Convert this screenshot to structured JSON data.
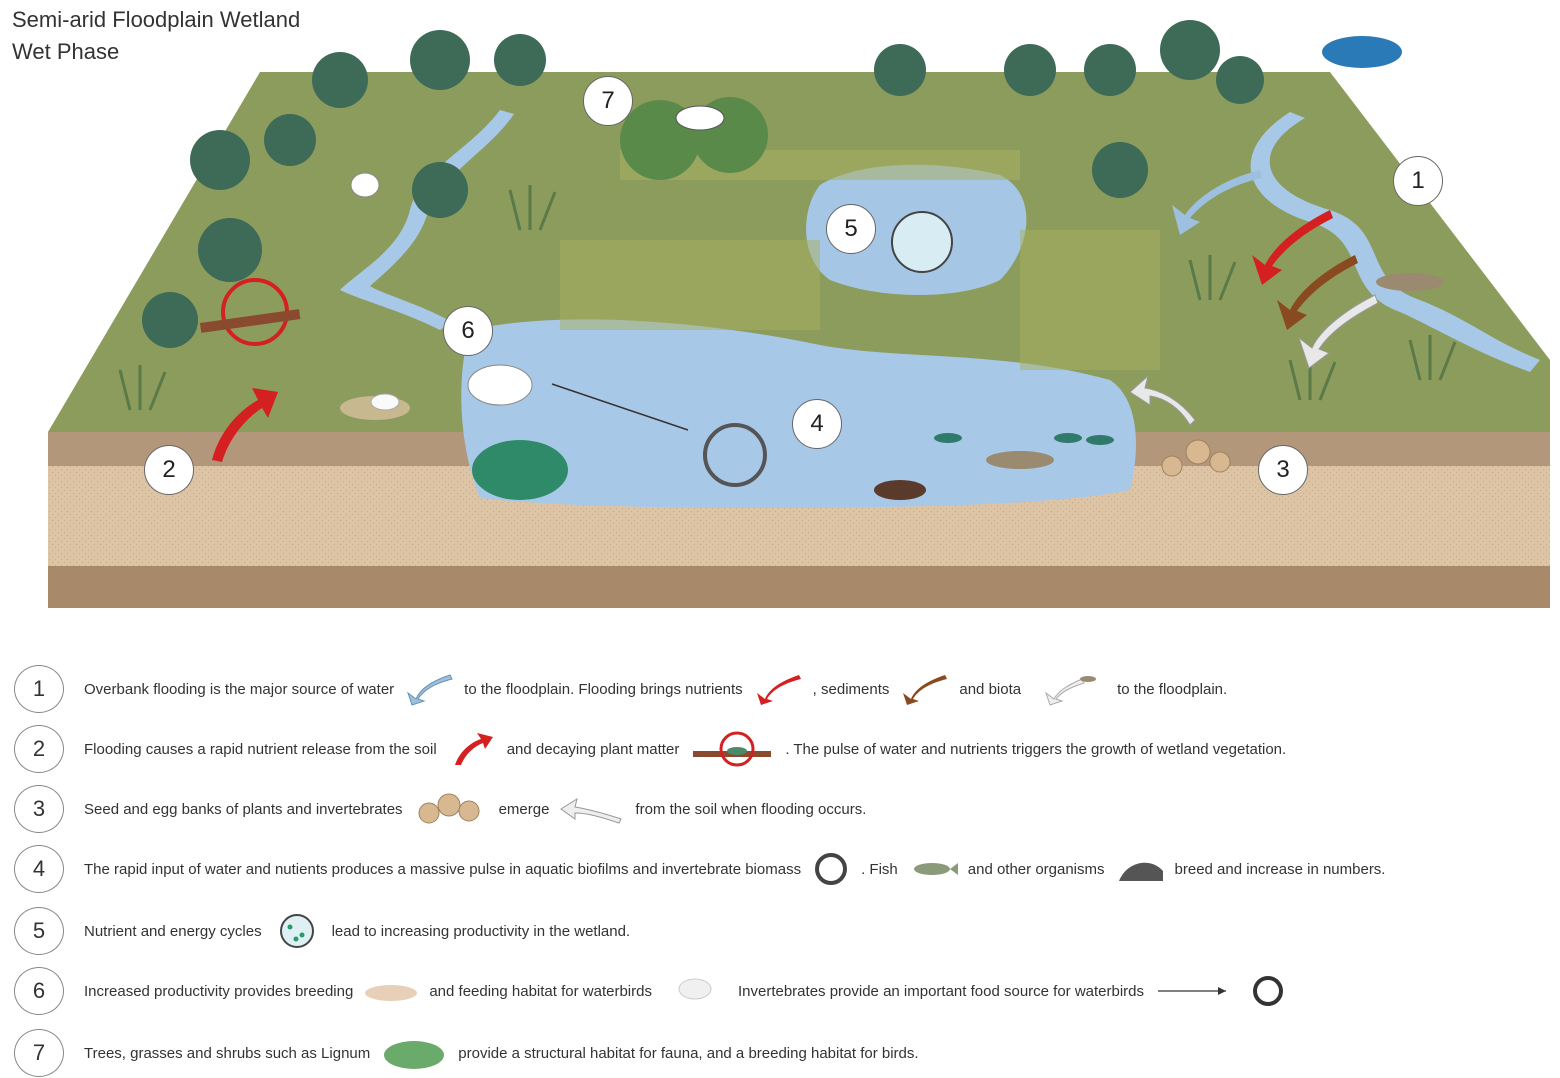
{
  "title": {
    "line1": "Semi-arid Floodplain Wetland",
    "line2": "Wet Phase"
  },
  "diagram_markers": [
    "7",
    "1",
    "5",
    "6",
    "4",
    "2",
    "3"
  ],
  "legend": [
    {
      "num": "1",
      "segments": [
        "Overbank flooding is the major source of water",
        "to the floodplain. Flooding brings nutrients",
        ", sediments",
        "and biota",
        "to the floodplain."
      ],
      "icons": [
        "water-arrow-icon",
        "nutrient-arrow-icon",
        "sediment-arrow-icon",
        "biota-arrow-icon"
      ]
    },
    {
      "num": "2",
      "segments": [
        "Flooding causes a rapid nutrient release from the soil",
        "and decaying plant matter",
        ". The pulse of water and nutrients triggers the growth of wetland vegetation."
      ],
      "icons": [
        "nutrient-release-arrow-icon",
        "decaying-plant-cycle-icon"
      ]
    },
    {
      "num": "3",
      "segments": [
        "Seed and egg banks of plants and invertebrates",
        "emerge",
        "from the soil when flooding occurs."
      ],
      "icons": [
        "seed-egg-bank-icon",
        "emerge-arrow-icon"
      ]
    },
    {
      "num": "4",
      "segments": [
        "The rapid input of water and nutients produces a massive pulse in aquatic biofilms and invertebrate biomass",
        ". Fish",
        "and other organisms",
        "breed and increase in numbers."
      ],
      "icons": [
        "biofilm-cycle-icon",
        "fish-icon",
        "crayfish-icon"
      ]
    },
    {
      "num": "5",
      "segments": [
        "Nutrient and energy cycles",
        "lead to increasing productivity in the wetland."
      ],
      "icons": [
        "nutrient-cycle-icon"
      ]
    },
    {
      "num": "6",
      "segments": [
        "Increased productivity provides breeding",
        "and feeding habitat for waterbirds",
        "Invertebrates provide an important food source for waterbirds"
      ],
      "icons": [
        "nest-icon",
        "waterbird-icon",
        "food-link-arrow-icon",
        "invertebrate-cycle-icon"
      ]
    },
    {
      "num": "7",
      "segments": [
        "Trees, grasses and shrubs such as Lignum",
        "provide a structural habitat for fauna, and a breeding habitat for birds."
      ],
      "icons": [
        "lignum-shrub-icon"
      ]
    }
  ],
  "colors": {
    "ground": "#8a9a5a",
    "soil_top": "#b89a7a",
    "soil_mid": "#d8c0a0",
    "soil_bottom": "#a88a6a",
    "water": "#a8c8e8",
    "trees": "#3a6a5a",
    "nutrient_arrow": "#d42020",
    "sediment_arrow": "#8a4a20"
  }
}
